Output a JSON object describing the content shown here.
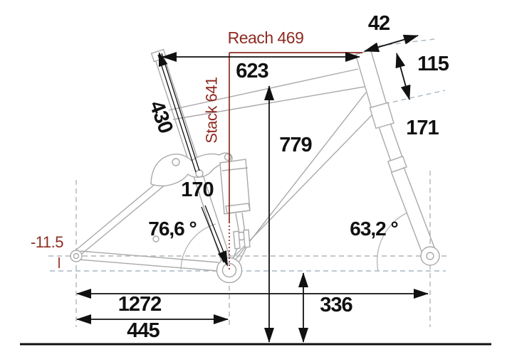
{
  "diagram": {
    "title": "Mountain bike frame geometry diagram",
    "colors": {
      "dimension_black": "#111111",
      "frame_gray": "#A9A9A9",
      "construction_dashed": "#A9B7C2",
      "accent_red": "#8E2B22",
      "background": "#FFFFFF"
    },
    "labels": {
      "reach": "Reach 469",
      "stack": "Stack 641",
      "bb_drop": "-11.5",
      "top_tube_horizontal": "623",
      "seat_tube": "430",
      "standover": "779",
      "link_170": "170",
      "seat_angle": "76,6 °",
      "head_angle": "63,2 °",
      "head_top_42": "42",
      "head_tube_115": "115",
      "fork_171": "171",
      "wheelbase": "1272",
      "chainstay": "445",
      "bb_height": "336"
    }
  }
}
